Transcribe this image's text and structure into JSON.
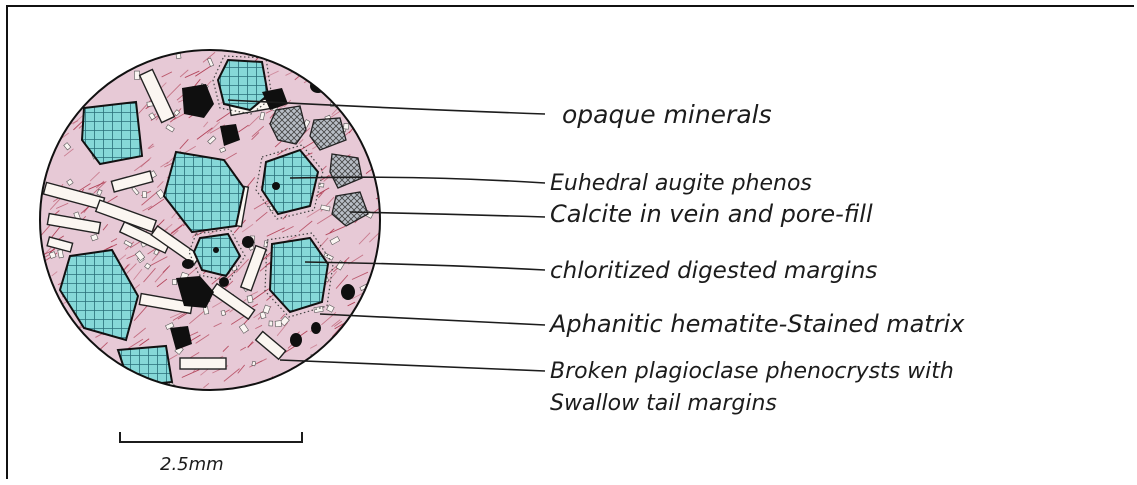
{
  "labels": [
    {
      "text": "opaque minerals"
    },
    {
      "text": "Euhedral augite phenos"
    },
    {
      "text": "Calcite in vein and pore-fill"
    },
    {
      "text": "chloritized digested margins"
    },
    {
      "text": "Aphanitic hematite-Stained matrix"
    },
    {
      "text": "Broken plagioclase phenocrysts with"
    },
    {
      "text": "Swallow tail margins"
    }
  ],
  "scale_bar": {
    "label": "2.5mm"
  },
  "colors": {
    "matrix": "#e7c9d6",
    "hematite_stain": "#a8273f",
    "augite": "#86d8d8",
    "opaque": "#0f0f0f",
    "calcite": "#9aa0a8",
    "ink": "#1c1c1c"
  }
}
